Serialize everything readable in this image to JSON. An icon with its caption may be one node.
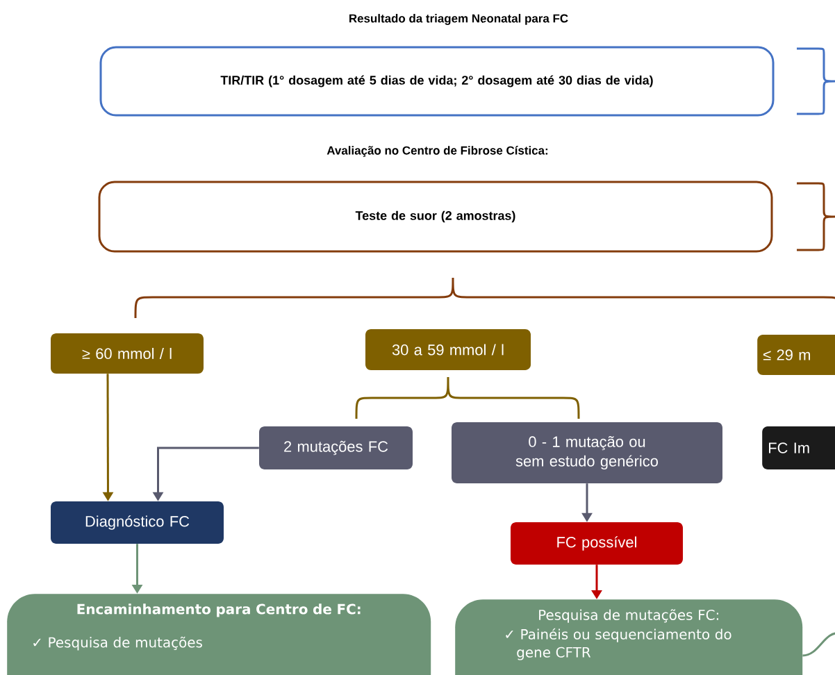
{
  "diagram": {
    "title": "Resultado da triagem Neonatal para FC",
    "nodes": [
      {
        "text": [
          "TIR/TIR (1° dosagem até 5 dias de vida; 2° dosagem até 30 dias de vida)"
        ]
      },
      {
        "text": [
          "Teste de suor (2 amostras)"
        ]
      },
      {
        "text": [
          "≥ 60 mmol / l"
        ]
      },
      {
        "text": [
          "30 a 59 mmol / l"
        ]
      },
      {
        "text": [
          "≤ 29 m"
        ]
      },
      {
        "text": [
          "2 mutações FC"
        ]
      },
      {
        "text": [
          "0 - 1 mutação ou sem estudo genérico"
        ]
      },
      {
        "text": [
          "FC Im"
        ]
      },
      {
        "text": [
          "Diagnóstico FC"
        ]
      },
      {
        "text": [
          "FC possível"
        ]
      },
      {
        "text": [
          "Encaminhamento para Centro de FC:",
          "✓ Pesquisa de mutações"
        ]
      },
      {
        "text": [
          "Pesquisa de mutações FC:",
          "✓ Painéis ou sequenciamento do gene CFTR"
        ]
      }
    ],
    "edges": [
      {
        "from": 2,
        "to": 8,
        "arrow": "to",
        "color": "#7f6000"
      },
      {
        "from": 5,
        "to": 8,
        "arrow": "to",
        "color": "#595a6e"
      },
      {
        "from": 6,
        "to": 9,
        "arrow": "to",
        "color": "#595a6e"
      },
      {
        "from": 8,
        "to": 10,
        "arrow": "to",
        "color": "#6e9477"
      },
      {
        "from": 9,
        "to": 11,
        "arrow": "to",
        "color": "#c00000"
      },
      {
        "from": 11,
        "to": null,
        "arrow": "none",
        "color": "#6e9477"
      }
    ],
    "labels": [
      "Avaliação no Centro de Fibrose Cística:"
    ]
  }
}
